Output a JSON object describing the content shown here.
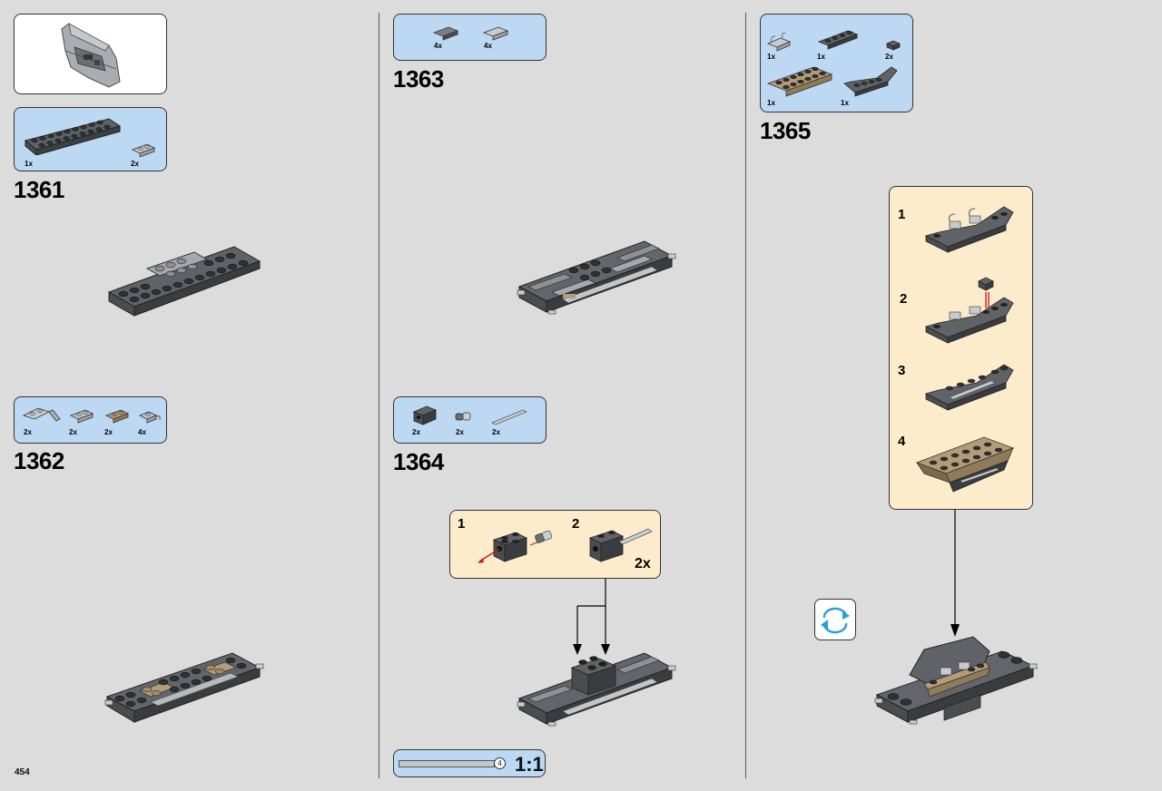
{
  "page": {
    "number": "454"
  },
  "steps": [
    {
      "number": "1361",
      "parts": [
        {
          "qty": "1x",
          "icon": "plate-2x10-dark-gray"
        },
        {
          "qty": "2x",
          "icon": "plate-1x2-light-gray"
        }
      ]
    },
    {
      "number": "1362",
      "parts": [
        {
          "qty": "2x",
          "icon": "bracket-light-gray"
        },
        {
          "qty": "2x",
          "icon": "plate-1x2-light-gray"
        },
        {
          "qty": "2x",
          "icon": "plate-1x2-tan"
        },
        {
          "qty": "4x",
          "icon": "plate-1x1-clip-light-gray"
        }
      ]
    },
    {
      "number": "1363",
      "parts": [
        {
          "qty": "4x",
          "icon": "tile-1x2-dark-gray"
        },
        {
          "qty": "4x",
          "icon": "tile-1x2-light-gray"
        }
      ]
    },
    {
      "number": "1364",
      "parts": [
        {
          "qty": "2x",
          "icon": "technic-brick-1x2-dark-gray"
        },
        {
          "qty": "2x",
          "icon": "pin-connector"
        },
        {
          "qty": "2x",
          "icon": "axle-light-gray"
        }
      ],
      "substeps": [
        {
          "label": "1"
        },
        {
          "label": "2",
          "multiplier": "2x"
        }
      ],
      "scale_label": "1:1",
      "axle_length": "4"
    },
    {
      "number": "1365",
      "parts": [
        {
          "qty": "1x",
          "icon": "clip-plate-light-gray"
        },
        {
          "qty": "1x",
          "icon": "plate-1x4-dark-gray"
        },
        {
          "qty": "2x",
          "icon": "plate-1x1-dark-gray"
        },
        {
          "qty": "1x",
          "icon": "plate-2x6-tan"
        },
        {
          "qty": "1x",
          "icon": "wedge-plate-dark-gray"
        }
      ],
      "substeps": [
        {
          "label": "1"
        },
        {
          "label": "2"
        },
        {
          "label": "3"
        },
        {
          "label": "4"
        }
      ],
      "rotate_icon": "rotate-model-icon"
    }
  ]
}
